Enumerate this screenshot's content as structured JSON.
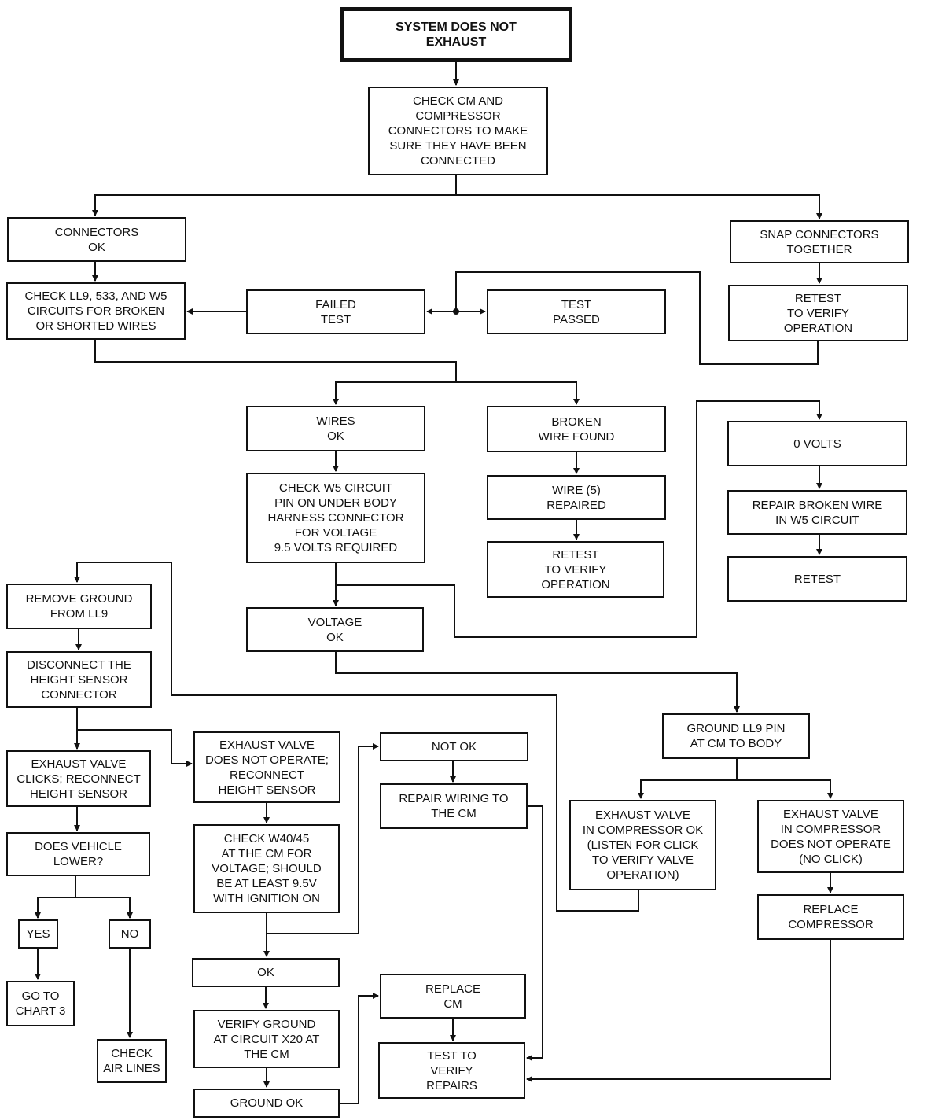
{
  "flowchart": {
    "start": "SYSTEM DOES NOT\nEXHAUST",
    "check_connectors": "CHECK CM AND\nCOMPRESSOR\nCONNECTORS TO MAKE\nSURE THEY HAVE BEEN\nCONNECTED",
    "connectors_ok": "CONNECTORS\nOK",
    "snap_connectors": "SNAP CONNECTORS\nTOGETHER",
    "check_circuits": "CHECK LL9, 533, AND W5\nCIRCUITS FOR BROKEN\nOR SHORTED WIRES",
    "failed_test": "FAILED\nTEST",
    "test_passed": "TEST\nPASSED",
    "retest_verify_1": "RETEST\nTO VERIFY\nOPERATION",
    "wires_ok": "WIRES\nOK",
    "broken_wire_found": "BROKEN\nWIRE FOUND",
    "zero_volts": "0 VOLTS",
    "check_w5_pin": "CHECK W5 CIRCUIT\nPIN ON UNDER BODY\nHARNESS CONNECTOR\nFOR VOLTAGE\n9.5 VOLTS REQUIRED",
    "wire_repaired": "WIRE (5)\nREPAIRED",
    "repair_broken_wire": "REPAIR BROKEN WIRE\nIN W5 CIRCUIT",
    "retest_verify_2": "RETEST\nTO VERIFY\nOPERATION",
    "retest": "RETEST",
    "remove_ground": "REMOVE GROUND\nFROM LL9",
    "voltage_ok": "VOLTAGE\nOK",
    "disconnect_sensor": "DISCONNECT THE\nHEIGHT SENSOR\nCONNECTOR",
    "ground_ll9": "GROUND LL9 PIN\nAT CM TO BODY",
    "exhaust_clicks": "EXHAUST VALVE\nCLICKS; RECONNECT\nHEIGHT SENSOR",
    "exhaust_not_operate": "EXHAUST VALVE\nDOES NOT OPERATE;\nRECONNECT\nHEIGHT SENSOR",
    "not_ok": "NOT OK",
    "repair_wiring": "REPAIR WIRING TO\nTHE CM",
    "valve_ok": "EXHAUST VALVE\nIN COMPRESSOR OK\n(LISTEN FOR CLICK\nTO VERIFY VALVE\nOPERATION)",
    "valve_not_operate": "EXHAUST VALVE\nIN COMPRESSOR\nDOES NOT OPERATE\n(NO CLICK)",
    "does_vehicle_lower": "DOES VEHICLE\nLOWER?",
    "check_w40": "CHECK W40/45\nAT THE CM FOR\nVOLTAGE; SHOULD\nBE AT LEAST 9.5V\nWITH IGNITION ON",
    "replace_compressor": "REPLACE\nCOMPRESSOR",
    "yes": "YES",
    "no": "NO",
    "ok": "OK",
    "replace_cm": "REPLACE\nCM",
    "go_chart3": "GO TO\nCHART 3",
    "verify_ground": "VERIFY GROUND\nAT CIRCUIT X20 AT\nTHE CM",
    "check_air_lines": "CHECK\nAIR LINES",
    "test_verify_repairs": "TEST TO\nVERIFY\nREPAIRS",
    "ground_ok": "GROUND OK"
  }
}
